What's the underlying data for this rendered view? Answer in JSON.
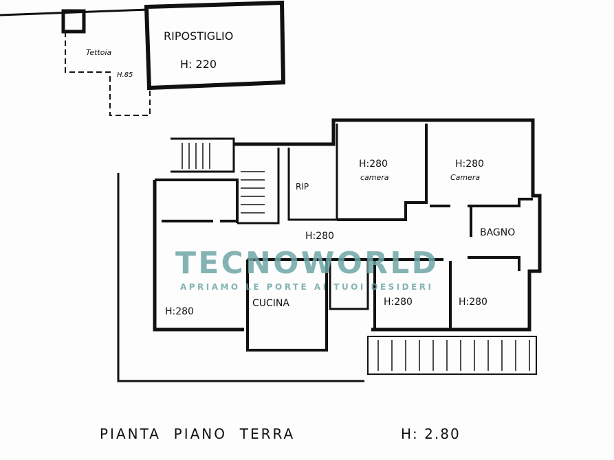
{
  "outbuilding": {
    "storage_label": "RIPOSTIGLIO",
    "storage_height": "H: 220",
    "canopy_label": "Tettoia",
    "canopy_height": "H.85"
  },
  "rooms": {
    "bedroom1_height": "H:280",
    "bedroom1_label": "camera",
    "bedroom2_height": "H:280",
    "bedroom2_label": "Camera",
    "closet_label": "RIP",
    "bathroom_label": "BAGNO",
    "hall_height": "H:280",
    "living_height": "H:280",
    "kitchen_label": "CUCINA",
    "room3_height": "H:280",
    "room4_height": "H:280"
  },
  "watermark": {
    "brand": "TECNOWORLD",
    "slogan": "APRIAMO LE PORTE AI TUOI DESIDERI",
    "color": "#6fa7a7"
  },
  "caption": {
    "title": "PIANTA  PIANO  TERRA",
    "height": "H: 2.80"
  }
}
